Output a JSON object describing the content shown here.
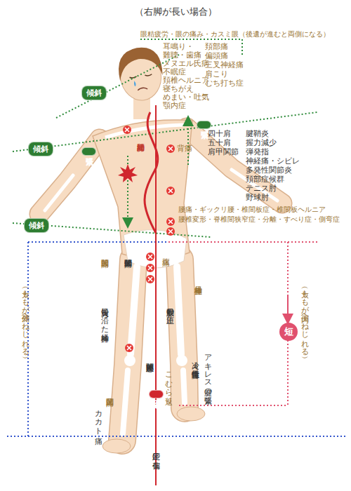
{
  "diagram": {
    "title": "（右脚が長い場合）",
    "nodes": [
      {
        "text": [
          "傾斜"
        ]
      },
      {
        "text": [
          "緊張"
        ]
      },
      {
        "text": [
          "傾斜"
        ]
      },
      {
        "text": [
          "緊張"
        ]
      },
      {
        "text": [
          "傾斜"
        ]
      },
      {
        "text": [
          "短"
        ]
      },
      {
        "text": [
          "正中線"
        ]
      }
    ],
    "labels": [
      "眼精疲労・眼の痛み・カスミ眼（後遺が進むと両側になる）",
      "頚部痛",
      "偏頭痛",
      "三叉神経痛",
      "肩こり",
      "むち打ち症",
      "耳鳴り・",
      "難聴・歯痛",
      "メヌエル氏病",
      "不眠症",
      "頚椎ヘルニア",
      "寝ちがえ",
      "めまい・吐気",
      "顎内症",
      "四十肩",
      "五十肩",
      "肩甲関節",
      "腱鞘炎",
      "握力減少",
      "弾発指",
      "神経痛・シビレ",
      "多発性関節炎",
      "頚部症候群",
      "テニス肘",
      "野球肘",
      "肋間神経痛",
      "背痛",
      "腰痛・ギックリ腰・椎間板症・椎間板ヘルニア",
      "腰椎変形・脊椎間狭窄症・分離・すべり症・側弯症",
      "股関節痛",
      "仙腸関節痛",
      "腹痛",
      "坐骨神経痛",
      "大腿骨に沿った神経痛",
      "股動脈の圧迫",
      "膝関節部疾患",
      "アキレス腱の緊張",
      "冷え性（血行障害）",
      "こむら返り",
      "足関節痛",
      "カカト痛",
      "足圧の偏在",
      "（太ももが外側へねじれる）",
      "（太ももが内側へねじれる）"
    ]
  }
}
